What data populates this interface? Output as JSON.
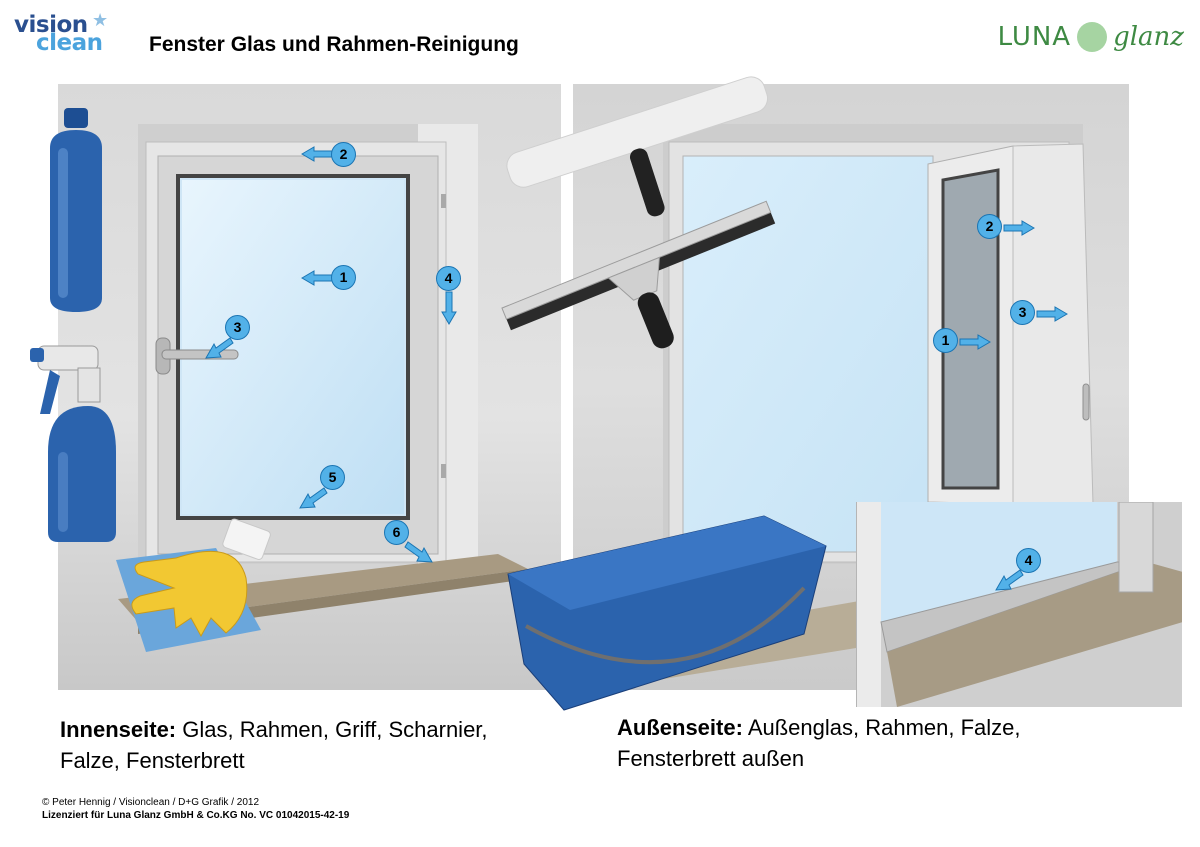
{
  "header": {
    "logo_vision": "vision",
    "logo_clean": "clean",
    "title": "Fenster Glas und Rahmen-Reinigung",
    "logo_luna": "LUNA",
    "logo_glanz": "glanz"
  },
  "markers_left": [
    "1",
    "2",
    "3",
    "4",
    "5",
    "6"
  ],
  "markers_right": [
    "1",
    "2",
    "3",
    "4"
  ],
  "captions": {
    "inside_heading": "Innenseite:",
    "inside_text": " Glas, Rahmen, Griff, Scharnier, Falze, Fensterbrett",
    "outside_heading": "Außenseite:",
    "outside_text": " Außenglas, Rahmen, Falze, Fensterbrett außen"
  },
  "credits": {
    "line1": "© Peter Hennig / Visionclean / D+G Grafik / 2012",
    "line2": "Lizenziert für Luna Glanz GmbH & Co.KG No. VC 01042015-42-19"
  },
  "colors": {
    "marker_fill": "#52b1e8",
    "tool_blue": "#2b63ad",
    "glove_yellow": "#f2c832",
    "luna_green": "#3e8a43"
  }
}
